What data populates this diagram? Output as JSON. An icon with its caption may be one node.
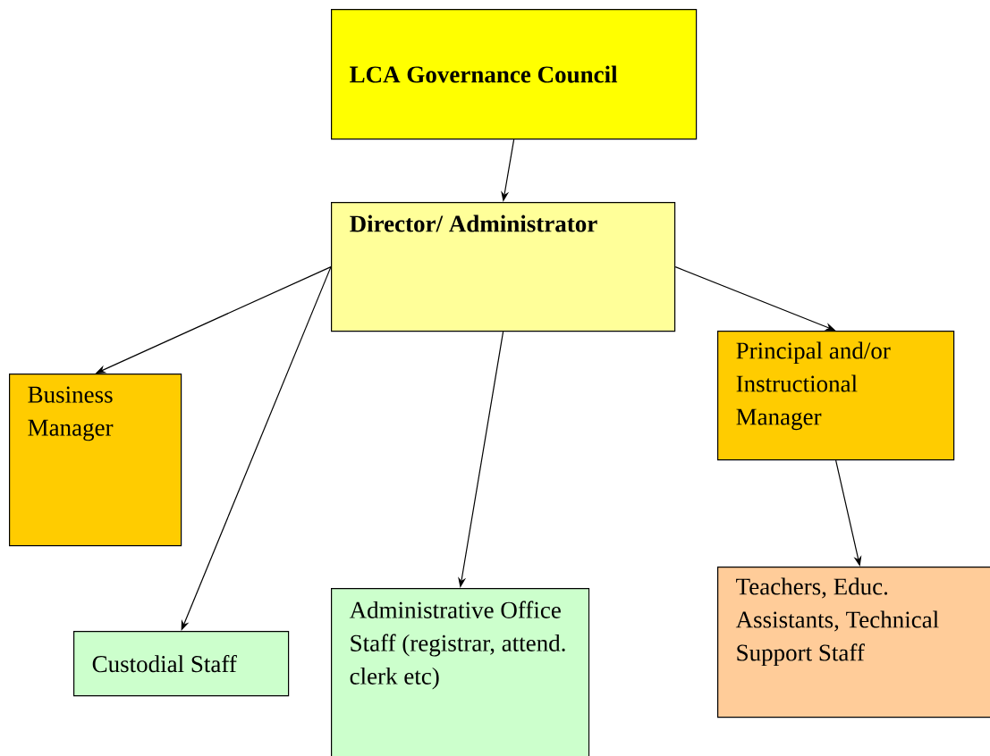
{
  "diagram": {
    "nodes": [
      {
        "text": [
          "LCA Governance Council"
        ]
      },
      {
        "text": [
          "Director/ Administrator"
        ]
      },
      {
        "text": [
          "Business Manager"
        ]
      },
      {
        "text": [
          "Custodial Staff"
        ]
      },
      {
        "text": [
          "Administrative Office Staff (registrar, attend. clerk etc)"
        ]
      },
      {
        "text": [
          "Principal and/or Instructional Manager"
        ]
      },
      {
        "text": [
          "Teachers, Educ. Assistants, Technical Support Staff"
        ]
      }
    ],
    "edges": [
      {
        "from": 0,
        "to": 1,
        "arrow": "to"
      },
      {
        "from": 1,
        "to": 2,
        "arrow": "to"
      },
      {
        "from": 1,
        "to": 3,
        "arrow": "to"
      },
      {
        "from": 1,
        "to": 4,
        "arrow": "to"
      },
      {
        "from": 1,
        "to": 5,
        "arrow": "to"
      },
      {
        "from": 5,
        "to": 6,
        "arrow": "to"
      }
    ]
  }
}
